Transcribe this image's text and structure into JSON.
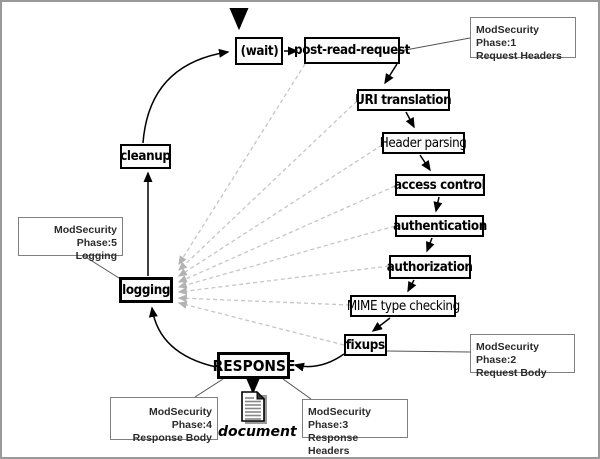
{
  "diagram": {
    "nodes": {
      "wait": "(wait)",
      "post_read_request": "post-read-request",
      "uri_translation": "URI translation",
      "header_parsing": "Header parsing",
      "access_control": "access control",
      "authentication": "authentication",
      "authorization": "authorization",
      "mime_type_checking": "MIME type checking",
      "fixups": "fixups",
      "response": "RESPONSE",
      "cleanup": "cleanup",
      "logging": "logging"
    },
    "annotations": {
      "phase1": {
        "line1": "ModSecurity Phase:1",
        "line2": "Request Headers"
      },
      "phase2": {
        "line1": "ModSecurity Phase:2",
        "line2": "Request Body"
      },
      "phase3": {
        "line1": "ModSecurity Phase:3",
        "line2": "Response Headers"
      },
      "phase4": {
        "line1": "ModSecurity Phase:4",
        "line2": "Response Body"
      },
      "phase5": {
        "line1": "ModSecurity Phase:5",
        "line2": "Logging"
      }
    },
    "document_label": "document",
    "colors": {
      "node_border": "#000000",
      "annotation_border": "#808080",
      "dashed_arrow": "#c4c4c4",
      "background": "#ffffff"
    }
  }
}
